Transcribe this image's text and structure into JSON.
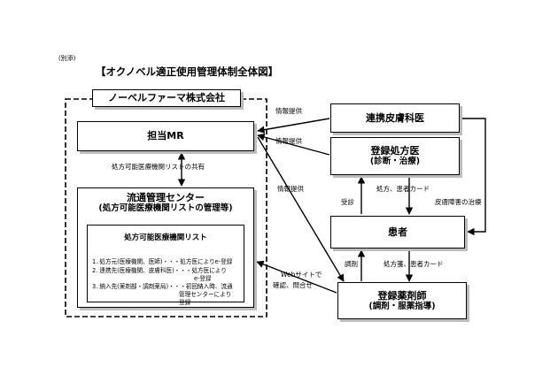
{
  "annex_label": "(別添)",
  "title": "【オクノベル適正使用管理体制全体図】",
  "company": {
    "name": "ノーベルファーマ株式会社",
    "mr": "担当MR",
    "share_label": "処方可能医療機関リストの共有",
    "center": {
      "title": "流通管理センター",
      "subtitle": "(処方可能医療機関リストの管理等)",
      "list": {
        "title": "処方可能医療機関リスト",
        "items": [
          "1. 処方元(医療機関、医師)・・・処方医によりe-登録",
          "2. 連携先(医療機関、皮膚科医)・・・処方医により",
          "e-登録",
          "3. 納入先(薬剤部・調剤薬局)・・・初回納入時、流通",
          "管理センターにより",
          "登録"
        ]
      }
    }
  },
  "nodes": {
    "derm": "連携皮膚科医",
    "doctor_title": "登録処方医",
    "doctor_sub": "(診断・治療)",
    "patient": "患者",
    "pharmacist_title": "登録薬剤師",
    "pharmacist_sub": "(調剤・服薬指導)"
  },
  "edge_labels": {
    "info1": "情報提供",
    "info2": "情報提供",
    "info3": "情報提供",
    "rx_card1": "処方、患者カード",
    "visit": "受診",
    "skin_treatment": "皮膚障害の治療",
    "dispense": "調剤",
    "rx_card2": "処方箋、患者カード",
    "web_line1": "Webサイトで",
    "web_line2": "確認、問合せ"
  }
}
